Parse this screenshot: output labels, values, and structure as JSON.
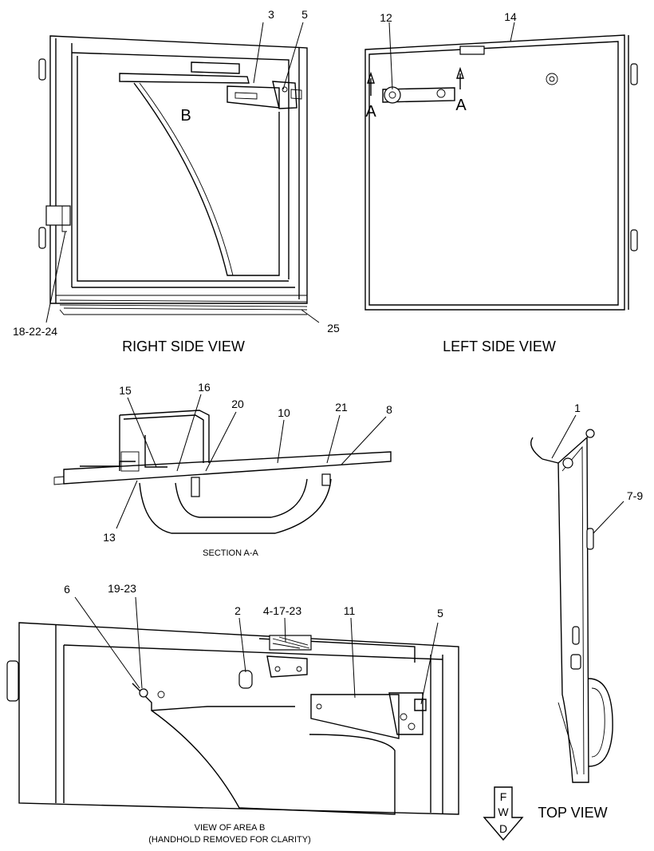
{
  "views": {
    "right_side": "RIGHT SIDE VIEW",
    "left_side": "LEFT SIDE VIEW",
    "section": "SECTION A-A",
    "area_b_line1": "VIEW OF AREA B",
    "area_b_line2": "(HANDHOLD REMOVED FOR CLARITY)",
    "top": "TOP VIEW"
  },
  "markers": {
    "area_b": "B",
    "section_left": "A",
    "section_right": "A",
    "fwd_f": "F",
    "fwd_w": "W",
    "fwd_d": "D"
  },
  "callouts": {
    "right_side": [
      "3",
      "5",
      "18-22-24",
      "25"
    ],
    "left_side": [
      "12",
      "14"
    ],
    "section": [
      "15",
      "16",
      "20",
      "10",
      "21",
      "8",
      "13"
    ],
    "top": [
      "1",
      "7-9"
    ],
    "area_b": [
      "6",
      "19-23",
      "2",
      "4-17-23",
      "11",
      "5"
    ]
  }
}
